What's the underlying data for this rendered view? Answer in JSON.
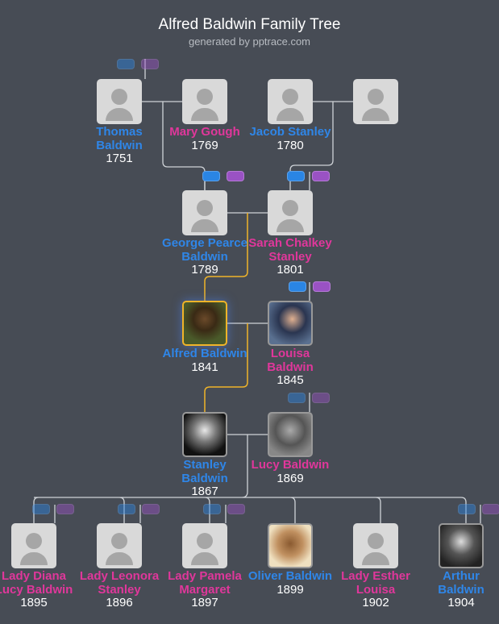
{
  "header": {
    "title": "Alfred Baldwin Family Tree",
    "subtitle": "generated by pptrace.com"
  },
  "colors": {
    "male": "#2f86e8",
    "female": "#e0379b",
    "selected_line": "#f0b429",
    "background": "#474c55"
  },
  "people": [
    {
      "id": "thomas",
      "name": "Thomas Baldwin",
      "year": "1751",
      "gender": "m"
    },
    {
      "id": "mary",
      "name": "Mary Gough",
      "year": "1769",
      "gender": "f"
    },
    {
      "id": "jacob",
      "name": "Jacob Stanley",
      "year": "1780",
      "gender": "m"
    },
    {
      "id": "unknown",
      "name": "",
      "year": "",
      "gender": ""
    },
    {
      "id": "george",
      "name": "George Pearce Baldwin",
      "year": "1789",
      "gender": "m"
    },
    {
      "id": "sarah",
      "name": "Sarah Chalkey Stanley",
      "year": "1801",
      "gender": "f"
    },
    {
      "id": "alfred",
      "name": "Alfred Baldwin",
      "year": "1841",
      "gender": "m",
      "selected": true,
      "photo": true
    },
    {
      "id": "louisa",
      "name": "Louisa Baldwin",
      "year": "1845",
      "gender": "f",
      "photo": true
    },
    {
      "id": "stanley",
      "name": "Stanley Baldwin",
      "year": "1867",
      "gender": "m",
      "photo": true
    },
    {
      "id": "lucy",
      "name": "Lucy Baldwin",
      "year": "1869",
      "gender": "f",
      "photo": true
    },
    {
      "id": "diana",
      "name": "Lady Diana Lucy Baldwin",
      "year": "1895",
      "gender": "f"
    },
    {
      "id": "leonora",
      "name": "Lady Leonora Stanley",
      "year": "1896",
      "gender": "f"
    },
    {
      "id": "pamela",
      "name": "Lady Pamela Margaret",
      "year": "1897",
      "gender": "f"
    },
    {
      "id": "oliver",
      "name": "Oliver Baldwin",
      "year": "1899",
      "gender": "m",
      "photo": true
    },
    {
      "id": "esther",
      "name": "Lady Esther Louisa",
      "year": "1902",
      "gender": "f"
    },
    {
      "id": "arthur",
      "name": "Arthur Baldwin",
      "year": "1904",
      "gender": "m",
      "photo": true
    }
  ]
}
